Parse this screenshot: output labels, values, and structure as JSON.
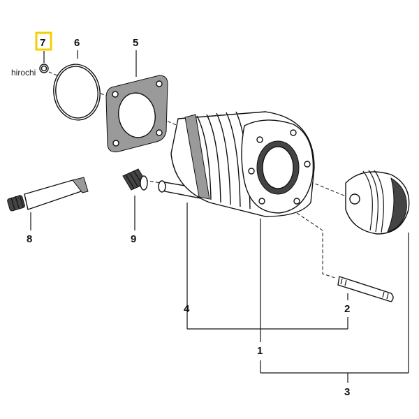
{
  "watermark": "hirochi",
  "highlight_color": "#f3d000",
  "callouts": {
    "c1": "1",
    "c2": "2",
    "c3": "3",
    "c4": "4",
    "c5": "5",
    "c6": "6",
    "c7": "7",
    "c8": "8",
    "c9": "9"
  }
}
